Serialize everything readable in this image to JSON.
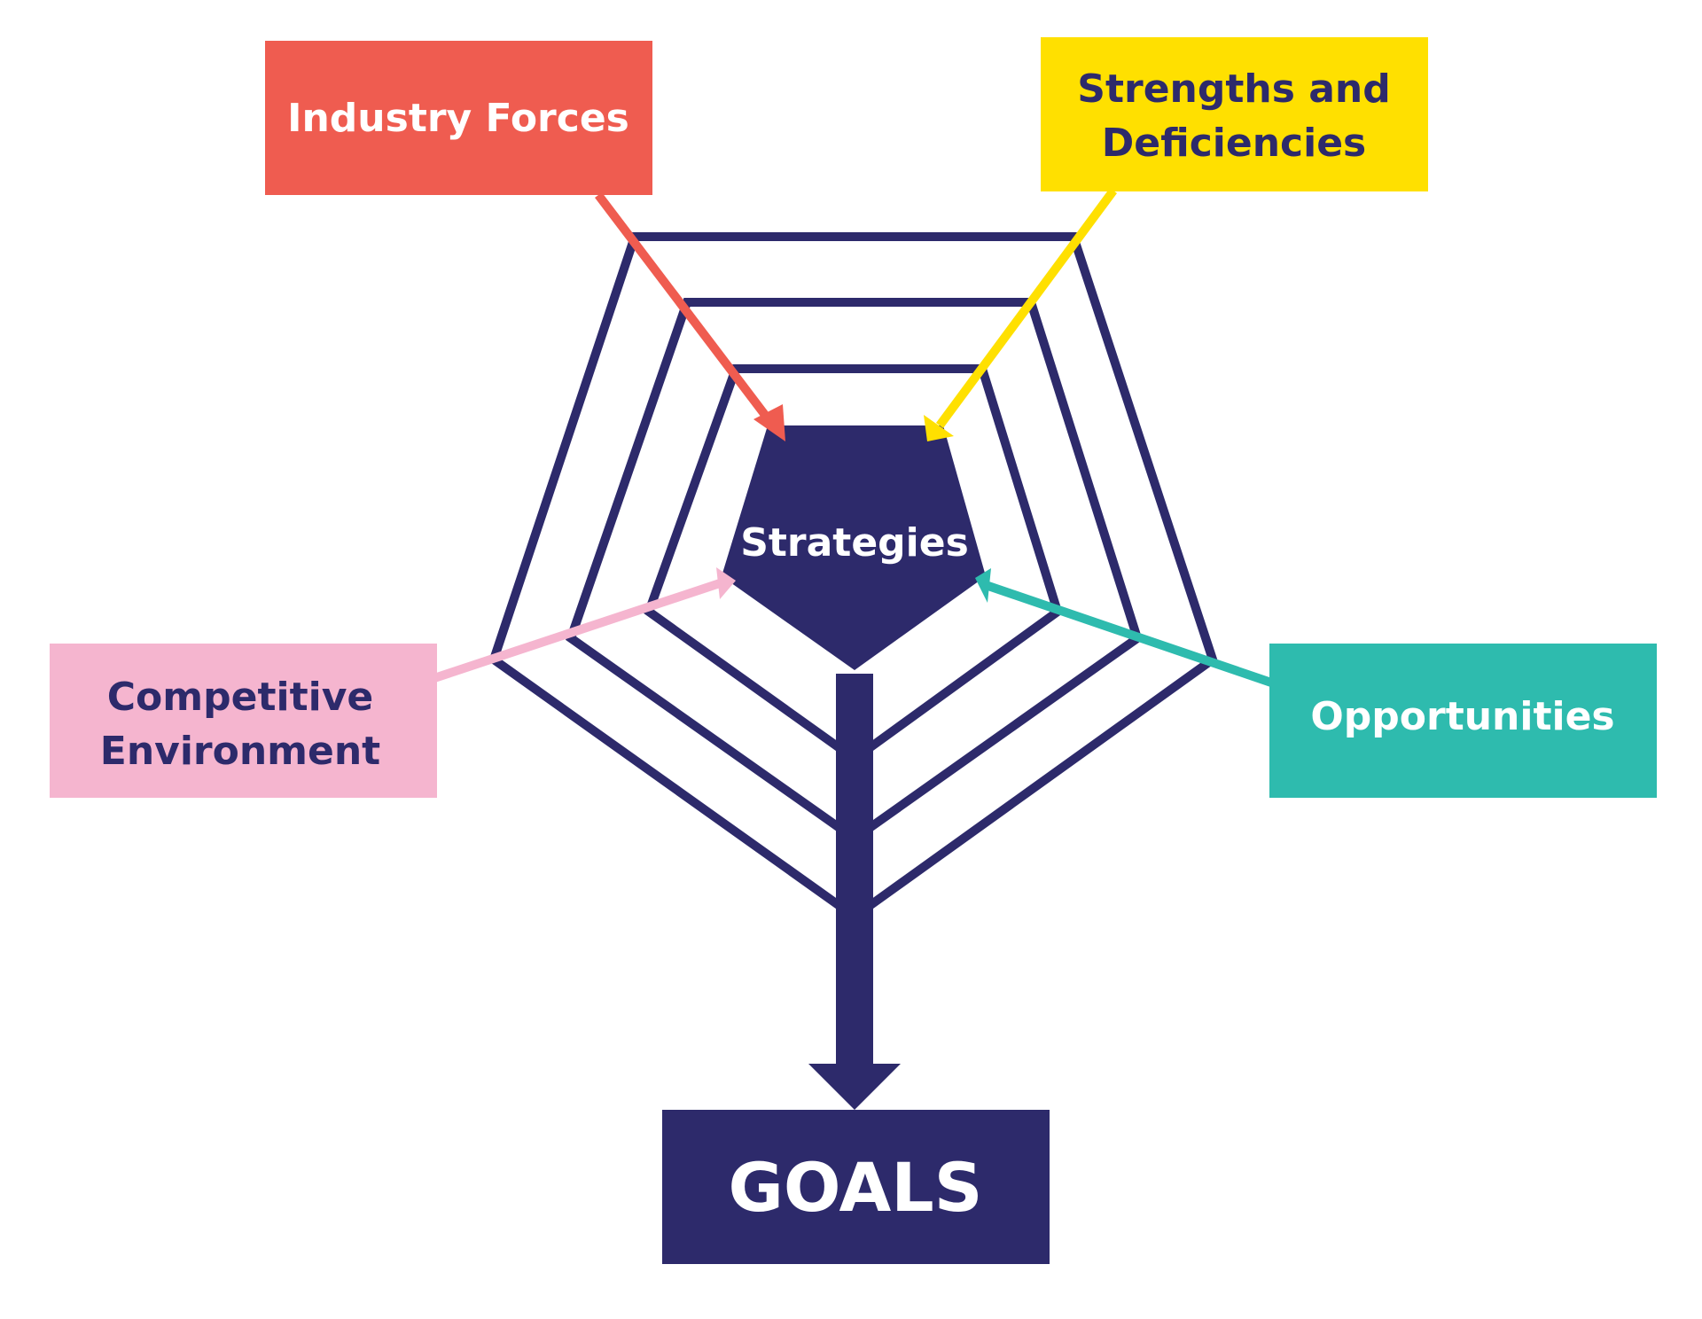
{
  "center": {
    "label": "Strategies"
  },
  "goal": {
    "label": "GOALS"
  },
  "inputs": [
    {
      "label_lines": [
        "Industry Forces"
      ],
      "color": "#EF5C50",
      "text_color": "#FFFFFF"
    },
    {
      "label_lines": [
        "Strengths and",
        "Deficiencies"
      ],
      "color": "#FFE000",
      "text_color": "#2D2A6B"
    },
    {
      "label_lines": [
        "Competitive",
        "Environment"
      ],
      "color": "#F5B5CF",
      "text_color": "#2D2A6B"
    },
    {
      "label_lines": [
        "Opportunities"
      ],
      "color": "#2EBBAE",
      "text_color": "#FFFFFF"
    }
  ],
  "colors": {
    "navy": "#2D2A6B",
    "background": "#FFFFFF"
  }
}
